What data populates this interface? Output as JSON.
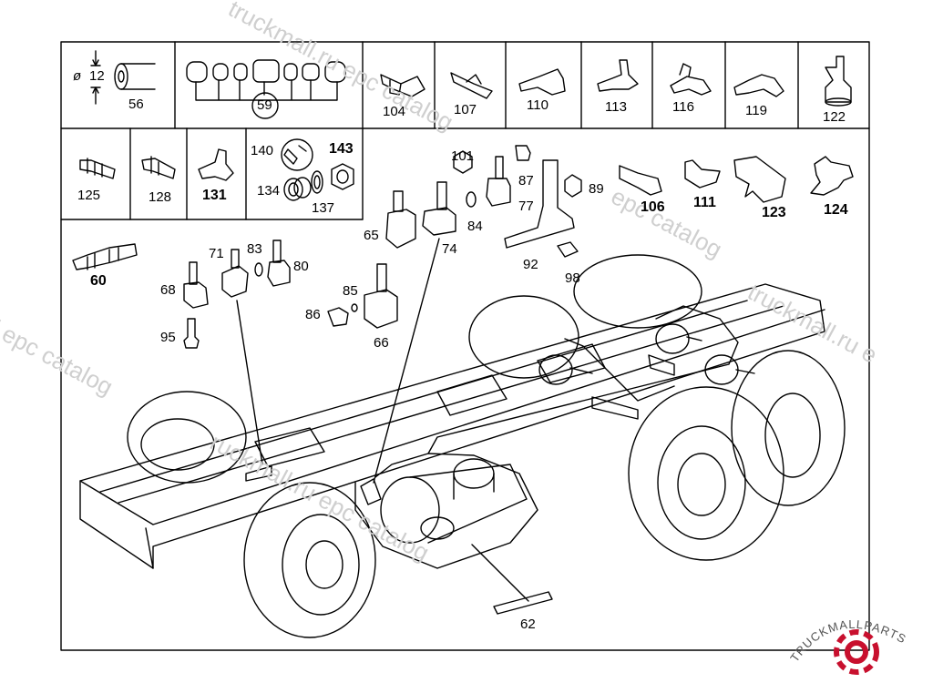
{
  "diagram": {
    "callouts": {
      "c56": "56",
      "c59": "59",
      "c104": "104",
      "c107": "107",
      "c110": "110",
      "c113": "113",
      "c116": "116",
      "c119": "119",
      "c122": "122",
      "c125": "125",
      "c128": "128",
      "c131": "131",
      "c140": "140",
      "c143": "143",
      "c134": "134",
      "c137": "137",
      "c101": "101",
      "c87": "87",
      "c89": "89",
      "c84": "84",
      "c77": "77",
      "c65": "65",
      "c74": "74",
      "c92": "92",
      "c98": "98",
      "c106": "106",
      "c111": "111",
      "c123": "123",
      "c124": "124",
      "c60": "60",
      "c71": "71",
      "c83": "83",
      "c80": "80",
      "c68": "68",
      "c95": "95",
      "c85": "85",
      "c86": "86",
      "c66": "66",
      "c62": "62"
    },
    "dimension": {
      "symbol": "ø",
      "value": "12"
    }
  },
  "watermark": {
    "text1": "truckmall.ru epc catalog",
    "text2": "epc catalog",
    "text3": "truckmall.ru e",
    "text4": "l epc catalog",
    "text5": "ruckmall.ru epc catalog",
    "logo_text": "TRUCKMALLPARTS",
    "logo_color": "#c8102e"
  }
}
